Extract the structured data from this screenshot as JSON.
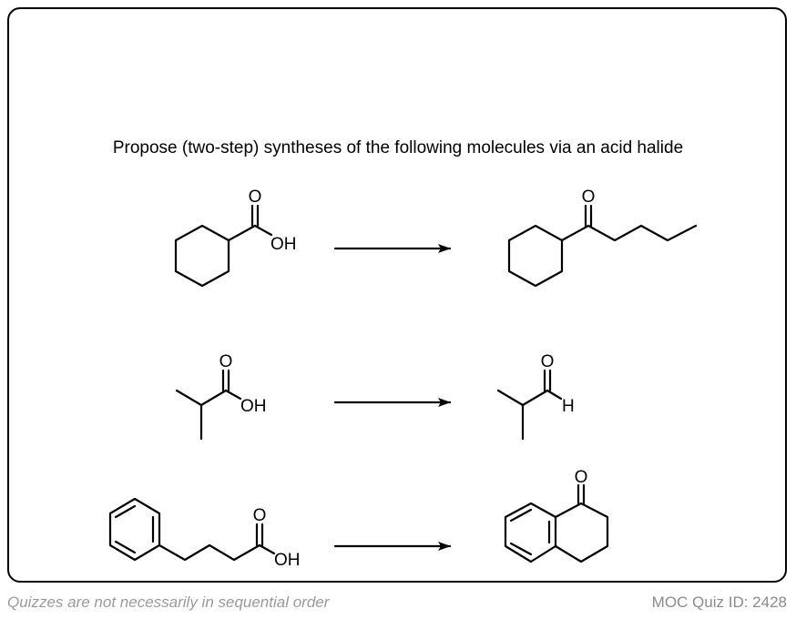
{
  "prompt": "Propose (two-step) syntheses of the following molecules via an acid halide",
  "footer": {
    "note": "Quizzes are not necessarily in sequential order",
    "quiz_id": "MOC Quiz ID: 2428"
  },
  "labels": {
    "oxygen": "O",
    "hydroxyl": "OH",
    "hydrogen": "H"
  }
}
